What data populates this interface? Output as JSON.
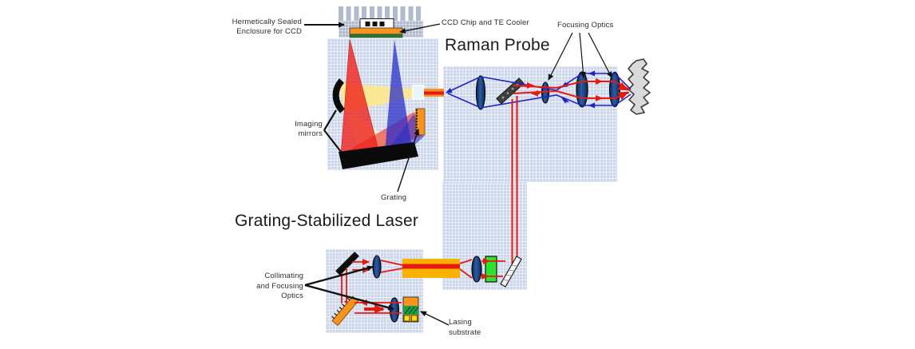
{
  "titles": {
    "raman_probe": "Raman Probe",
    "laser": "Grating-Stabilized Laser"
  },
  "labels": {
    "hermetic": {
      "line1": "Hermetically Sealed",
      "line2": "Enclosure for CCD"
    },
    "ccd_chip": "CCD Chip and TE Cooler",
    "focusing_optics": "Focusing Optics",
    "imaging": {
      "line1": "Imaging",
      "line2": "mirrors"
    },
    "grating": "Grating",
    "collimating": {
      "line1": "Collimating",
      "line2": "and Focusing",
      "line3": "Optics"
    },
    "lasing": {
      "line1": "Lasing",
      "line2": "substrate"
    }
  },
  "colors": {
    "panel_grid_blue": "#ccd7eb",
    "heatsink_gray_blue": "#aeb9cd",
    "excitation_red": "#e8190f",
    "raman_signal_blue": "#1f24c8",
    "spectrometer_yellow": "#ffe98a",
    "optic_orange": "#f7941d",
    "filter_green": "#2ee22e",
    "lens_navy": "#1b3f74",
    "te_cooler_green": "#1e7e34"
  }
}
